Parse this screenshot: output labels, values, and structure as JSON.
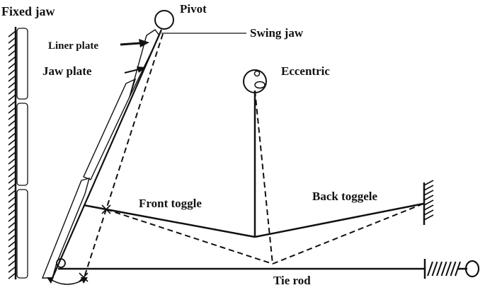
{
  "labels": {
    "fixed_jaw": "Fixed jaw",
    "pivot": "Pivot",
    "swing_jaw": "Swing jaw",
    "liner_plate": "Liner plate",
    "jaw_plate": "Jaw plate",
    "eccentric": "Eccentric",
    "front_toggle": "Front toggle",
    "back_toggle": "Back toggele",
    "tie_rod": "Tie rod"
  },
  "colors": {
    "ink": "#111111",
    "background": "#ffffff"
  }
}
